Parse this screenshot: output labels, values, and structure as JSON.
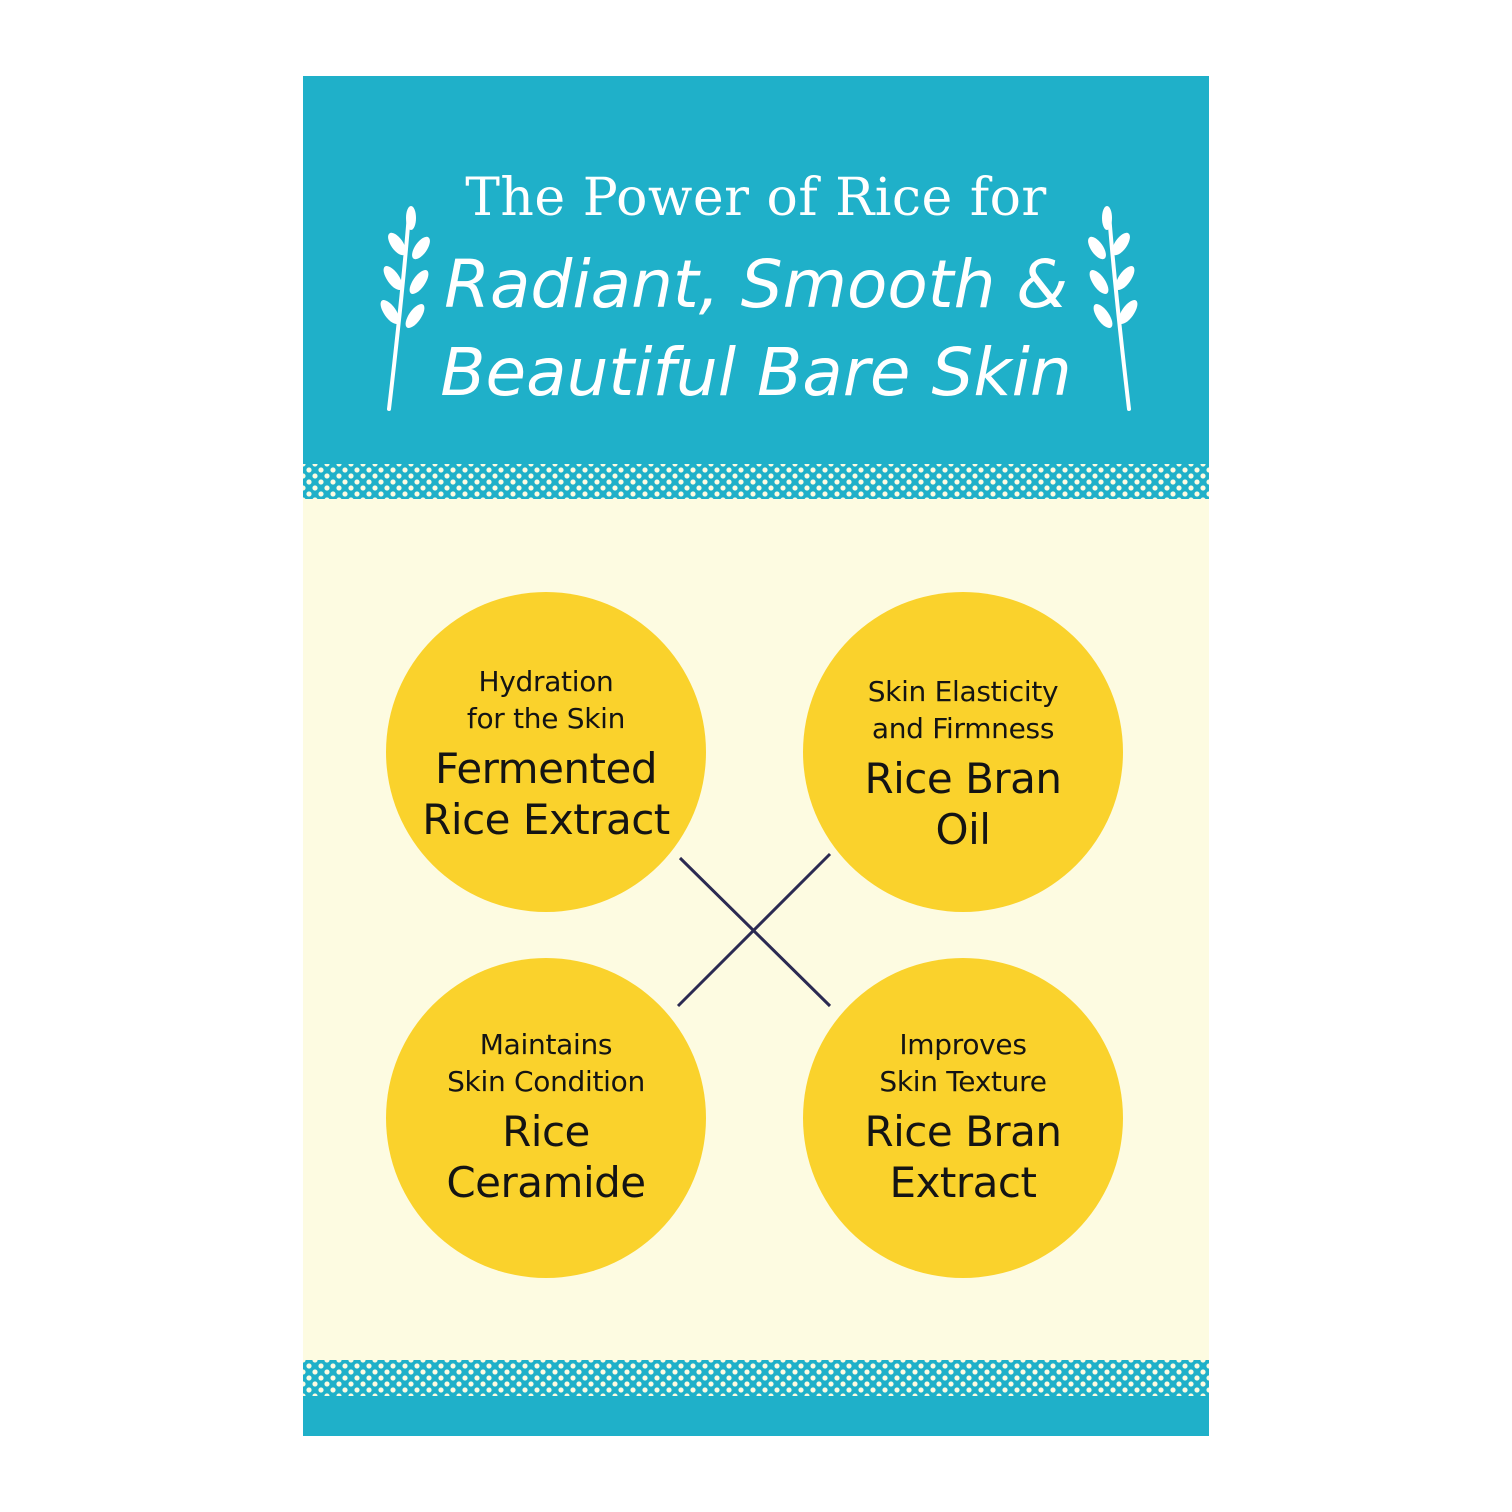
{
  "header": {
    "title_line1": "The Power of Rice for",
    "title_line2": "Radiant, Smooth &",
    "title_line3": "Beautiful Bare Skin",
    "decoration_icon": "wheat-sprig-icon"
  },
  "ingredients": [
    {
      "benefit_line1": "Hydration",
      "benefit_line2": "for the Skin",
      "name_line1": "Fermented",
      "name_line2": "Rice Extract"
    },
    {
      "benefit_line1": "Skin Elasticity",
      "benefit_line2": "and Firmness",
      "name_line1": "Rice Bran",
      "name_line2": "Oil"
    },
    {
      "benefit_line1": "Maintains",
      "benefit_line2": "Skin Condition",
      "name_line1": "Rice",
      "name_line2": "Ceramide"
    },
    {
      "benefit_line1": "Improves",
      "benefit_line2": "Skin Texture",
      "name_line1": "Rice Bran",
      "name_line2": "Extract"
    }
  ],
  "colors": {
    "header_teal": "#1fb0c9",
    "background_cream": "#fdfbe1",
    "circle_yellow": "#fad22c",
    "connector_navy": "#2b2a52",
    "text_dark": "#141414"
  }
}
